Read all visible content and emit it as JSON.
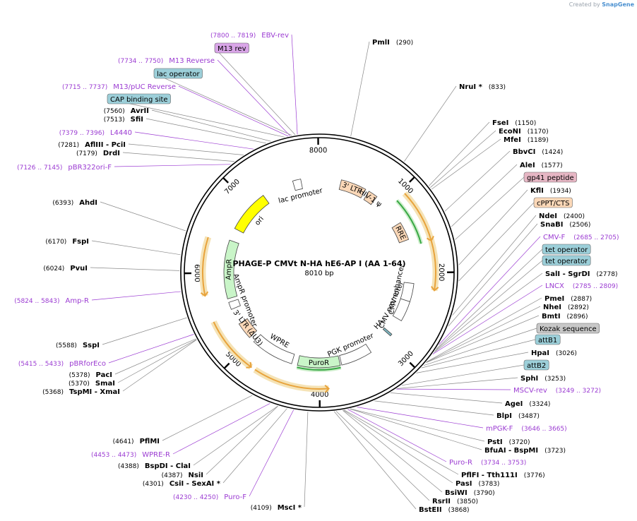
{
  "watermark": {
    "prefix": "Created by",
    "brand": "SnapGene"
  },
  "plasmid": {
    "name": "PHAGE-P CMVt N-HA hE6-AP I (AA 1-64)",
    "size_label": "8010 bp",
    "length": 8010
  },
  "ticks": [
    {
      "pos": 1000,
      "label": "1000"
    },
    {
      "pos": 2000,
      "label": "2000"
    },
    {
      "pos": 3000,
      "label": "3000"
    },
    {
      "pos": 4000,
      "label": "4000"
    },
    {
      "pos": 5000,
      "label": "5000"
    },
    {
      "pos": 6000,
      "label": "6000"
    },
    {
      "pos": 7000,
      "label": "7000"
    },
    {
      "pos": 8000,
      "label": "8000"
    }
  ],
  "enzymes_right": [
    {
      "name": "PmlI",
      "num": "(290)",
      "pos": 290
    },
    {
      "name": "NruI *",
      "num": "(833)",
      "pos": 833
    },
    {
      "name": "FseI",
      "num": "(1150)",
      "pos": 1150
    },
    {
      "name": "EcoNI",
      "num": "(1170)",
      "pos": 1170
    },
    {
      "name": "MfeI",
      "num": "(1189)",
      "pos": 1189
    },
    {
      "name": "BbvCI",
      "num": "(1424)",
      "pos": 1424
    },
    {
      "name": "AleI",
      "num": "(1577)",
      "pos": 1577
    },
    {
      "name": "KflI",
      "num": "(1934)",
      "pos": 1934
    },
    {
      "name": "NdeI",
      "num": "(2400)",
      "pos": 2400
    },
    {
      "name": "SnaBI",
      "num": "(2506)",
      "pos": 2506
    },
    {
      "name": "SalI  -  SgrDI",
      "num": "(2778)",
      "pos": 2778
    },
    {
      "name": "PmeI",
      "num": "(2887)",
      "pos": 2887
    },
    {
      "name": "NheI",
      "num": "(2892)",
      "pos": 2892
    },
    {
      "name": "BmtI",
      "num": "(2896)",
      "pos": 2896
    },
    {
      "name": "HpaI",
      "num": "(3026)",
      "pos": 3026
    },
    {
      "name": "SphI",
      "num": "(3253)",
      "pos": 3253
    },
    {
      "name": "AgeI",
      "num": "(3324)",
      "pos": 3324
    },
    {
      "name": "BlpI",
      "num": "(3487)",
      "pos": 3487
    },
    {
      "name": "PstI",
      "num": "(3720)",
      "pos": 3720
    },
    {
      "name": "BfuAI  -  BspMI",
      "num": "(3723)",
      "pos": 3723
    },
    {
      "name": "PflFI  -  Tth111I",
      "num": "(3776)",
      "pos": 3776
    },
    {
      "name": "PasI",
      "num": "(3783)",
      "pos": 3783
    },
    {
      "name": "BsiWI",
      "num": "(3790)",
      "pos": 3790
    },
    {
      "name": "RsrII",
      "num": "(3850)",
      "pos": 3850
    },
    {
      "name": "BstEII",
      "num": "(3868)",
      "pos": 3868
    }
  ],
  "enzymes_left": [
    {
      "name": "MscI *",
      "num": "(4109)",
      "pos": 4109
    },
    {
      "name": "CsiI  -  SexAI *",
      "num": "(4301)",
      "pos": 4301
    },
    {
      "name": "NsiI",
      "num": "(4387)",
      "pos": 4387
    },
    {
      "name": "BspDI  -  ClaI",
      "num": "(4388)",
      "pos": 4388
    },
    {
      "name": "PflMI",
      "num": "(4641)",
      "pos": 4641
    },
    {
      "name": "TspMI  -  XmaI",
      "num": "(5368)",
      "pos": 5368
    },
    {
      "name": "SmaI",
      "num": "(5370)",
      "pos": 5370
    },
    {
      "name": "PacI",
      "num": "(5378)",
      "pos": 5378
    },
    {
      "name": "SspI",
      "num": "(5588)",
      "pos": 5588
    },
    {
      "name": "PvuI",
      "num": "(6024)",
      "pos": 6024
    },
    {
      "name": "FspI",
      "num": "(6170)",
      "pos": 6170
    },
    {
      "name": "AhdI",
      "num": "(6393)",
      "pos": 6393
    },
    {
      "name": "DrdI",
      "num": "(7179)",
      "pos": 7179
    },
    {
      "name": "AflIII  -  PciI",
      "num": "(7281)",
      "pos": 7281
    },
    {
      "name": "SfiI",
      "num": "(7513)",
      "pos": 7513
    },
    {
      "name": "AvrII",
      "num": "(7560)",
      "pos": 7560
    }
  ],
  "primers_right": [
    {
      "name": "CMV-F",
      "num": "(2685 .. 2705)",
      "pos": 2695
    },
    {
      "name": "LNCX",
      "num": "(2785 .. 2809)",
      "pos": 2797
    },
    {
      "name": "MSCV-rev",
      "num": "(3249 .. 3272)",
      "pos": 3260
    },
    {
      "name": "mPGK-F",
      "num": "(3646 .. 3665)",
      "pos": 3655
    },
    {
      "name": "Puro-R",
      "num": "(3734 .. 3753)",
      "pos": 3743
    }
  ],
  "primers_left": [
    {
      "name": "Puro-F",
      "num": "(4230 .. 4250)",
      "pos": 4240
    },
    {
      "name": "WPRE-R",
      "num": "(4453 .. 4473)",
      "pos": 4463
    },
    {
      "name": "pBRforEco",
      "num": "(5415 .. 5433)",
      "pos": 5424
    },
    {
      "name": "Amp-R",
      "num": "(5824 .. 5843)",
      "pos": 5833
    },
    {
      "name": "pBR322ori-F",
      "num": "(7126 .. 7145)",
      "pos": 7135
    },
    {
      "name": "L4440",
      "num": "(7379 .. 7396)",
      "pos": 7387
    },
    {
      "name": "M13/pUC Reverse",
      "num": "(7715 .. 7737)",
      "pos": 7726
    },
    {
      "name": "M13 Reverse",
      "num": "(7734 .. 7750)",
      "pos": 7742
    },
    {
      "name": "EBV-rev",
      "num": "(7800 .. 7819)",
      "pos": 7810
    }
  ],
  "boxes_right": [
    {
      "name": "gp41 peptide",
      "kind": "pink",
      "pos": 1700
    },
    {
      "name": "cPPT/CTS",
      "kind": "peach",
      "pos": 2080
    },
    {
      "name": "tet operator",
      "kind": "teal",
      "pos": 2740
    },
    {
      "name": "tet operator",
      "kind": "teal",
      "pos": 2760
    },
    {
      "name": "Kozak sequence",
      "kind": "gray",
      "pos": 2930
    },
    {
      "name": "attB1",
      "kind": "teal",
      "pos": 2960
    },
    {
      "name": "attB2",
      "kind": "teal",
      "pos": 3200
    }
  ],
  "boxes_left": [
    {
      "name": "CAP binding site",
      "kind": "teal",
      "pos": 7690
    },
    {
      "name": "lac operator",
      "kind": "teal",
      "pos": 7760
    },
    {
      "name": "M13 rev",
      "kind": "violet",
      "pos": 7790
    }
  ],
  "features": [
    {
      "name": "3' LTR",
      "start": 300,
      "end": 650,
      "kind": "peach"
    },
    {
      "name": "HIV-1 ψ",
      "start": 700,
      "end": 830,
      "kind": "peach"
    },
    {
      "name": "RRE",
      "start": 1300,
      "end": 1550,
      "kind": "peach"
    },
    {
      "name": "CMV enhancer",
      "start": 2150,
      "end": 2400,
      "kind": "white"
    },
    {
      "name": "CMV promoter",
      "start": 2400,
      "end": 2680,
      "kind": "white"
    },
    {
      "name": "HA",
      "start": 2900,
      "end": 2930,
      "kind": "teal"
    },
    {
      "name": "PGK promoter",
      "start": 3270,
      "end": 3700,
      "kind": "white"
    },
    {
      "name": "PuroR",
      "start": 3720,
      "end": 4300,
      "kind": "green"
    },
    {
      "name": "WPRE",
      "start": 4380,
      "end": 4970,
      "kind": "white"
    },
    {
      "name": "3' LTR (ΔU3)",
      "start": 5050,
      "end": 5280,
      "kind": "peach"
    },
    {
      "name": "AmpR promoter",
      "start": 5500,
      "end": 5600,
      "kind": "white"
    },
    {
      "name": "AmpR",
      "start": 5650,
      "end": 6450,
      "kind": "green"
    },
    {
      "name": "ori",
      "start": 6620,
      "end": 7210,
      "kind": "yellow"
    },
    {
      "name": "lac promoter",
      "start": 7650,
      "end": 7760,
      "kind": "white"
    }
  ],
  "orfs": [
    {
      "start": 1050,
      "end": 1650,
      "dir": 1
    },
    {
      "start": 1650,
      "end": 2200,
      "dir": 1
    },
    {
      "start": 3900,
      "end": 4750,
      "dir": -1
    },
    {
      "start": 4800,
      "end": 5450,
      "dir": -1
    },
    {
      "start": 5750,
      "end": 6400,
      "dir": -1
    }
  ],
  "green_arcs": [
    {
      "start": 1050,
      "end": 1650,
      "dir": 1
    },
    {
      "start": 3720,
      "end": 4300,
      "dir": 1
    }
  ]
}
